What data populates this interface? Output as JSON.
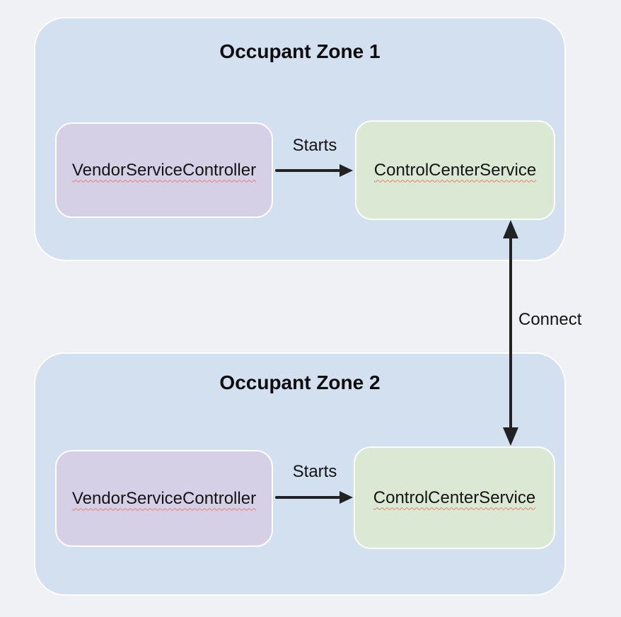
{
  "diagram": {
    "zones": [
      {
        "title": "Occupant Zone 1",
        "controller_label": "VendorServiceController",
        "service_label": "ControlCenterService",
        "edge_label": "Starts"
      },
      {
        "title": "Occupant Zone 2",
        "controller_label": "VendorServiceController",
        "service_label": "ControlCenterService",
        "edge_label": "Starts"
      }
    ],
    "connector_label": "Connect"
  },
  "colors": {
    "background": "#f0f1f4",
    "zone_fill": "#d3e0ef",
    "zone_border": "#fdfdfe",
    "controller_fill": "#d6d0e6",
    "service_fill": "#dbe8d3",
    "node_border": "#fdfdfe",
    "arrow": "#222222",
    "text": "#141414",
    "title": "#0d0d0d",
    "spell_underline": "#e5806f"
  }
}
